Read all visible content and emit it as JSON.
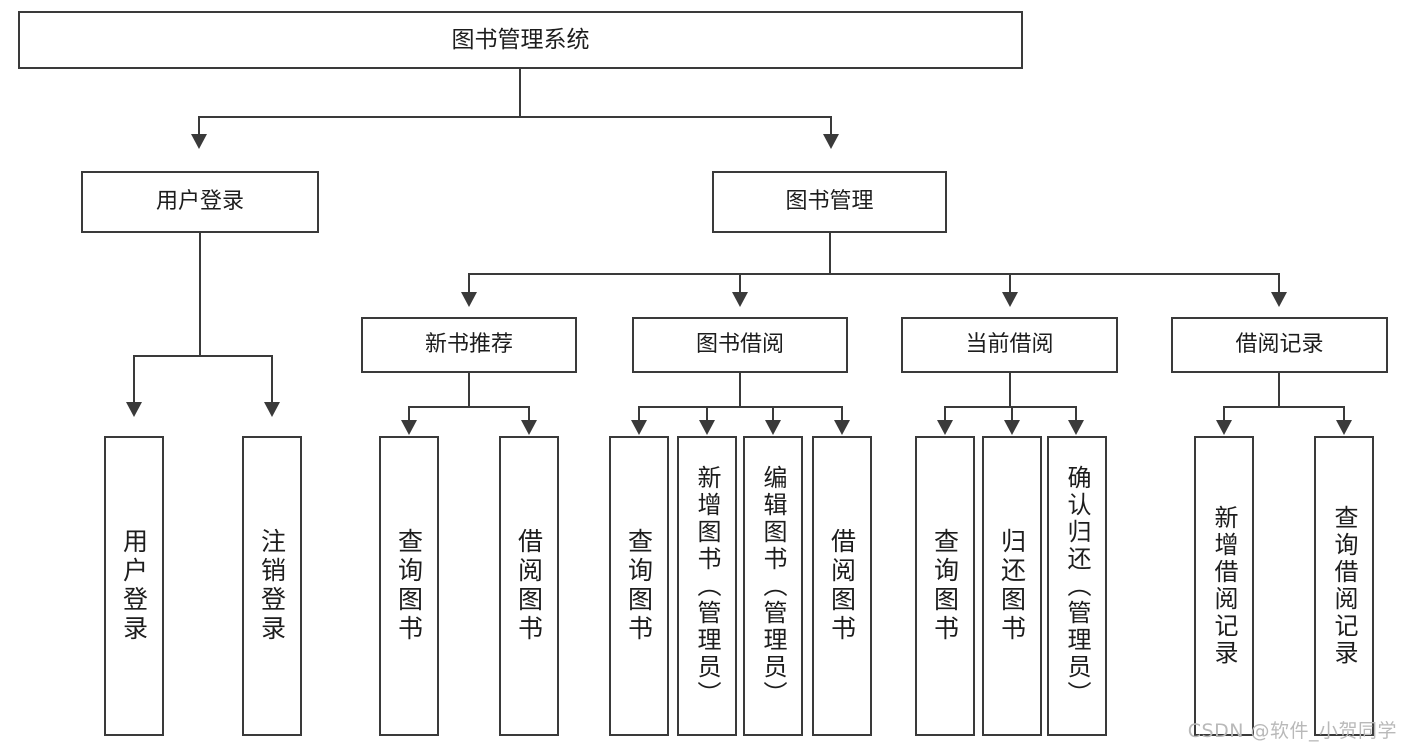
{
  "diagram": {
    "type": "tree",
    "title": "图书管理系统",
    "root": {
      "label": "图书管理系统"
    },
    "tier1": [
      {
        "label": "用户登录"
      },
      {
        "label": "图书管理"
      }
    ],
    "tier2": [
      {
        "label": "新书推荐"
      },
      {
        "label": "图书借阅"
      },
      {
        "label": "当前借阅"
      },
      {
        "label": "借阅记录"
      }
    ],
    "leaves": {
      "user_login": [
        {
          "label": "用户登录"
        },
        {
          "label": "注销登录"
        }
      ],
      "new_book": [
        {
          "label": "查询图书"
        },
        {
          "label": "借阅图书"
        }
      ],
      "book_borrow": [
        {
          "label": "查询图书"
        },
        {
          "label": "新增图书（管理员）"
        },
        {
          "label": "编辑图书（管理员）"
        },
        {
          "label": "借阅图书"
        }
      ],
      "current_borrow": [
        {
          "label": "查询图书"
        },
        {
          "label": "归还图书"
        },
        {
          "label": "确认归还（管理员）"
        }
      ],
      "borrow_record": [
        {
          "label": "新增借阅记录"
        },
        {
          "label": "查询借阅记录"
        }
      ]
    }
  },
  "watermark": {
    "text": "CSDN @软件_小贺同学"
  },
  "colors": {
    "line": "#3a3a3a",
    "box_fill": "#ffffff",
    "text": "#1d1d1d",
    "watermark": "#b9b9b9"
  }
}
